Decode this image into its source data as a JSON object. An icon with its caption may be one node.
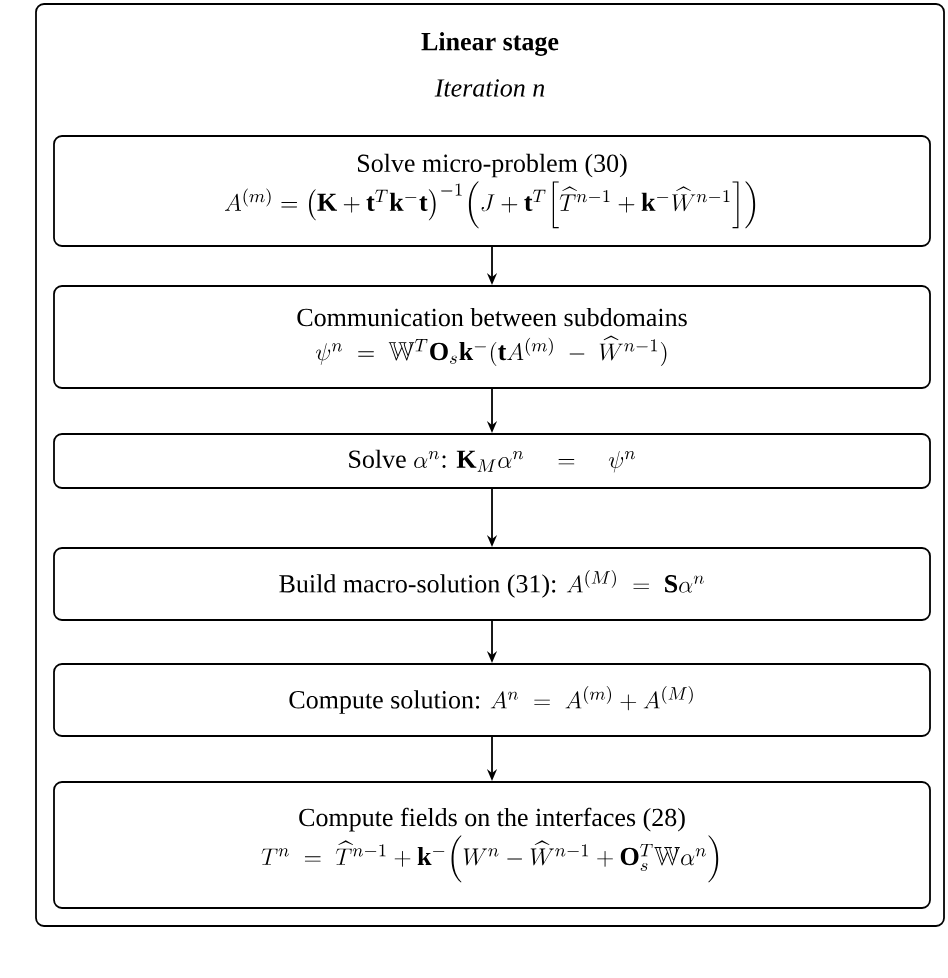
{
  "diagram": {
    "nodes": [
      {
        "text": [
          "Linear stage",
          "Iteration n"
        ]
      },
      {
        "text": [
          "Solve micro-problem (30)",
          "A^{(m)} = \\bigl(\\mathbf{K}+\\mathbf{t}^T\\mathbf{k}^-\\mathbf{t}\\bigr)^{-1}\\Bigl(J+\\mathbf{t}^T\\Bigl[\\widehat{T}^{n-1}+\\mathbf{k}^-\\widehat{W}^{n-1}\\Bigr]\\Bigr)"
        ],
        "in": 0
      },
      {
        "text": [
          "Communication between subdomains",
          "\\psi^n \\;=\\; \\mathbb{W}^T\\mathbf{O}_s\\mathbf{k}^-(\\mathbf{t}A^{(m)} \\;-\\; \\widehat{W}^{n-1})"
        ],
        "in": 0
      },
      {
        "text": [
          "\\text{Solve }\\alpha^n\\text{: }\\mathbf{K}_M\\alpha^n \\quad=\\quad \\psi^n"
        ],
        "in": 0
      },
      {
        "text": [
          "\\text{Build macro-solution (31): }A^{(M)} \\;=\\; \\mathbf{S}\\alpha^n"
        ],
        "in": 0
      },
      {
        "text": [
          "\\text{Compute solution: }A^n \\;=\\; A^{(m)} + A^{(M)}"
        ],
        "in": 0
      },
      {
        "text": [
          "Compute fields on the interfaces (28)",
          "T^n \\;=\\; \\widehat{T}^{n-1}+\\mathbf{k}^-\\Bigl(W^n-\\widehat{W}^{n-1}+\\mathbf{O}_s^T\\mathbb{W}\\alpha^n\\Bigr)"
        ],
        "in": 0
      }
    ],
    "edges": [
      {
        "from": 1,
        "to": 2,
        "arrow": "to"
      },
      {
        "from": 2,
        "to": 3,
        "arrow": "to"
      },
      {
        "from": 3,
        "to": 4,
        "arrow": "to"
      },
      {
        "from": 4,
        "to": 5,
        "arrow": "to"
      },
      {
        "from": 5,
        "to": 6,
        "arrow": "to"
      }
    ]
  }
}
